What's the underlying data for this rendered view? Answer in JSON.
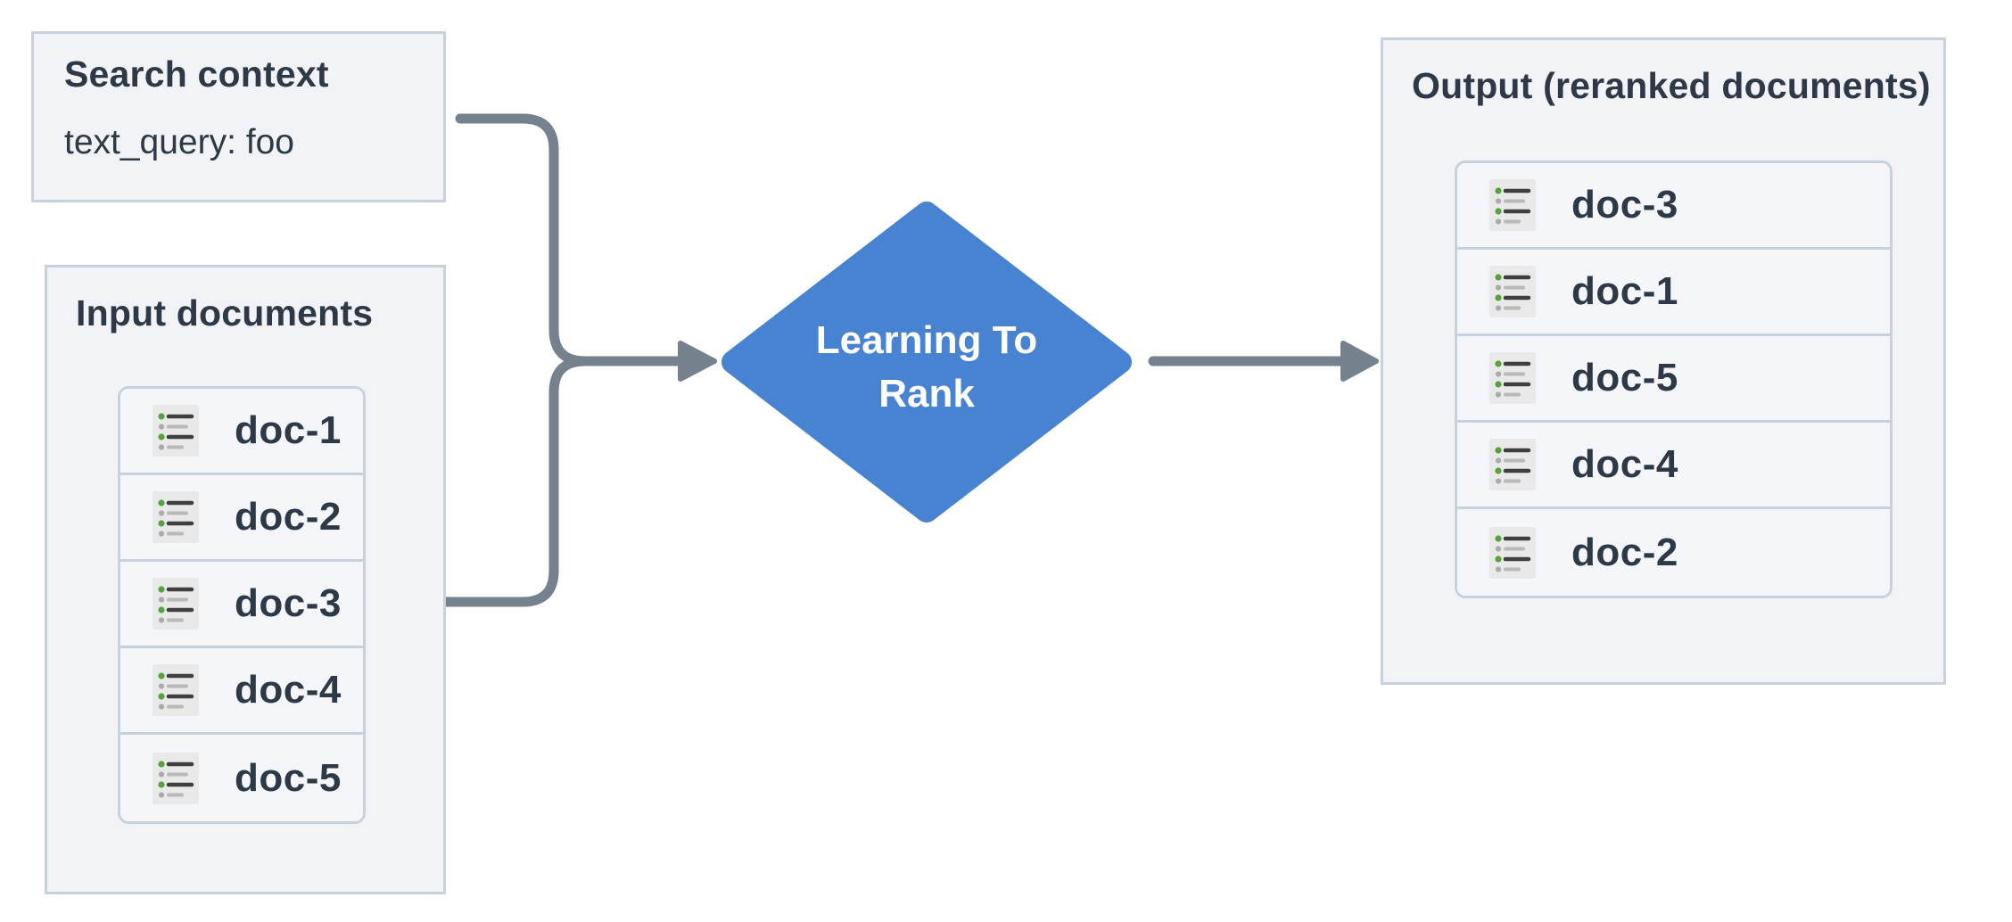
{
  "search_context": {
    "title": "Search context",
    "query": "text_query: foo"
  },
  "input_documents": {
    "title": "Input documents",
    "docs": [
      "doc-1",
      "doc-2",
      "doc-3",
      "doc-4",
      "doc-5"
    ]
  },
  "process": {
    "label_line1": "Learning To",
    "label_line2": "Rank"
  },
  "output": {
    "title": "Output (reranked documents)",
    "docs": [
      "doc-3",
      "doc-1",
      "doc-5",
      "doc-4",
      "doc-2"
    ]
  },
  "icons": {
    "doc_row_icon": "list-icon"
  },
  "colors": {
    "diamond_blue": "#4783d1",
    "arrow_gray": "#76818e",
    "box_fill": "#f1f3f7",
    "box_border": "#c7d2dc",
    "row_fill": "#f4f6fa",
    "text_dark": "#2e3947",
    "icon_green": "#57a23e",
    "icon_gray_dot": "#ababab",
    "icon_dark_line": "#3f3f3f",
    "icon_gray_line": "#b9b9b9",
    "icon_bg": "#e9e9e9"
  }
}
